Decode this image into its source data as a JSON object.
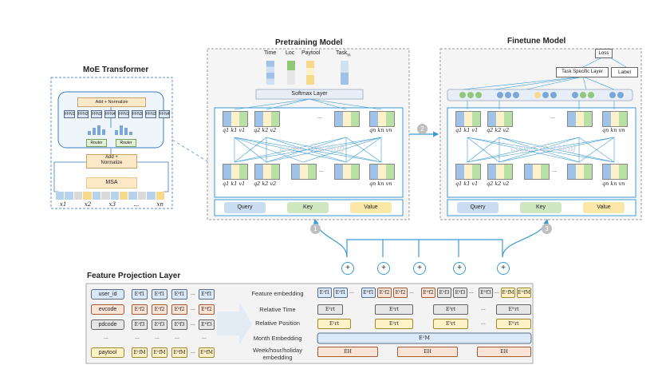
{
  "moe": {
    "title": "MoE Transformer",
    "add_norm_top": "Add + Normalize",
    "experts": [
      "FFN1",
      "FFN2",
      "FFN3",
      "FFN4",
      "FFN1",
      "FFN2",
      "FFN3",
      "FFN4"
    ],
    "router": "Router",
    "add_norm_bottom_1": "Add +",
    "add_norm_bottom_2": "Normalize",
    "msa": "MSA",
    "inputs": [
      "x1",
      "x2",
      "x3",
      "...",
      "xn"
    ]
  },
  "pretrain": {
    "title": "Pretraining Model",
    "heads": [
      "Time",
      "Loc",
      "Paytool",
      "Task"
    ],
    "head_subscript": "m",
    "softmax": "Softmax Layer",
    "stack": "Layer Stacking",
    "qkv_top": [
      "q1 k1 v1",
      "q2 k2 v2",
      "...",
      "qn kn vn"
    ],
    "qkv_bottom": [
      "q1 k1 v1",
      "q2 k2 v2",
      "...",
      "qn kn vn"
    ],
    "dots": "...",
    "inputs": [
      "Query",
      "Key",
      "Value"
    ]
  },
  "finetune": {
    "title": "Finetune Model",
    "loss": "Loss",
    "task_layer": "Task Specific Layer",
    "label": "Label",
    "stack": "Layer Stacking",
    "qkv_top": [
      "q1 k1 v1",
      "q2 k2 v2",
      "...",
      "qn kn vn"
    ],
    "qkv_bottom": [
      "q1 k1 v1",
      "q2 k2 v2",
      "...",
      "qn kn vn"
    ],
    "dots": "...",
    "inputs": [
      "Query",
      "Key",
      "Value"
    ]
  },
  "steps": [
    "1",
    "2",
    "3"
  ],
  "projection": {
    "title": "Feature Projection Layer",
    "features": [
      "user_id",
      "evcode",
      "pdcode",
      "...",
      "paytool"
    ],
    "feature_colors": [
      "#dbe8f7",
      "#fbe4d6",
      "#e6e6e6",
      "#ffffff",
      "#fff2c6"
    ],
    "matrix": [
      [
        "E¹f1",
        "E²f1",
        "E³f1",
        "...",
        "Eᴺf1"
      ],
      [
        "E¹f2",
        "E²f2",
        "E³f2",
        "...",
        "Eᴺf2"
      ],
      [
        "E¹f3",
        "E²f3",
        "E³f3",
        "...",
        "Eᴺf3"
      ],
      [
        "...",
        "...",
        "...",
        "...",
        "..."
      ],
      [
        "E¹fM",
        "E²fM",
        "E³fM",
        "...",
        "EᴺfM"
      ]
    ],
    "row_labels": [
      "Feature embedding",
      "Relative Time",
      "Relative Position",
      "Month Embedding",
      "Week/hour/holiday embedding"
    ],
    "feature_emb": [
      "E¹f1",
      "E²f1",
      "...",
      "Eᴺf1",
      "E¹f2",
      "E²f2",
      "...",
      "Eᴺf2",
      "E¹f3",
      "E²f3",
      "...",
      "Eᴺf3",
      "...",
      "E¹fM",
      "...",
      "EᴺfM"
    ],
    "rel_time": [
      "E¹rt",
      "E²rt",
      "E³rt",
      "...",
      "Eᴺrt"
    ],
    "rel_pos": [
      "E¹rt",
      "E²rt",
      "E³rt",
      "...",
      "Eᴺrt"
    ],
    "month": "E¹M",
    "week": [
      "EH",
      "EH",
      "EH"
    ],
    "plus": "+"
  }
}
